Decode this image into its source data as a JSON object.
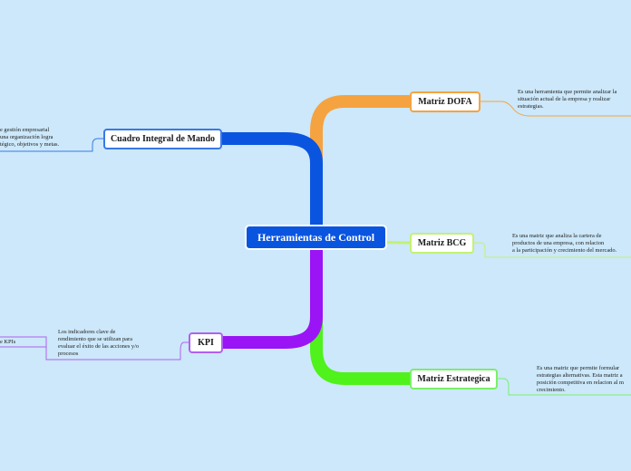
{
  "colors": {
    "background": "#cce8fa",
    "central": "#0a55e0",
    "orange": "#f5a340",
    "blue": "#0a55e0",
    "purple": "#9b14f5",
    "green": "#4ff21a",
    "lime": "#c2f272",
    "light_green": "#7bef6a",
    "mid_blue": "#3a78e6",
    "violet": "#b060f0"
  },
  "central": {
    "label": "Herramientas de Control"
  },
  "topics": {
    "dofa": {
      "label": "Matriz DOFA",
      "note": [
        "Es una herramienta que permite analizar la",
        "situación actual de la empresa y realizar",
        "estrategias."
      ]
    },
    "bcg": {
      "label": "Matriz BCG",
      "note": [
        "Es una matriz que analiza la cartera de",
        "productos de una empresa, con relacion",
        "a la participación y crecimiento del mercado."
      ]
    },
    "estrategica": {
      "label": "Matriz Estrategica",
      "note": [
        "Es una matriz que permite formular",
        "estrategias alternativas. Esta matriz a",
        "posición competitiva en relacion al m",
        "crecimiento."
      ]
    },
    "cim": {
      "label": "Cuadro Integral de Mando",
      "note": [
        "e gestión empresarial",
        "una organización logra",
        "tégico, objetivos y metas."
      ]
    },
    "kpi": {
      "label": "KPI",
      "note": [
        "Los indicadores clave de",
        "rendimiento que se utilizan para",
        "evaluar el éxito de las acciones y/o",
        "procesos"
      ],
      "subnote": "e KPIs"
    }
  }
}
